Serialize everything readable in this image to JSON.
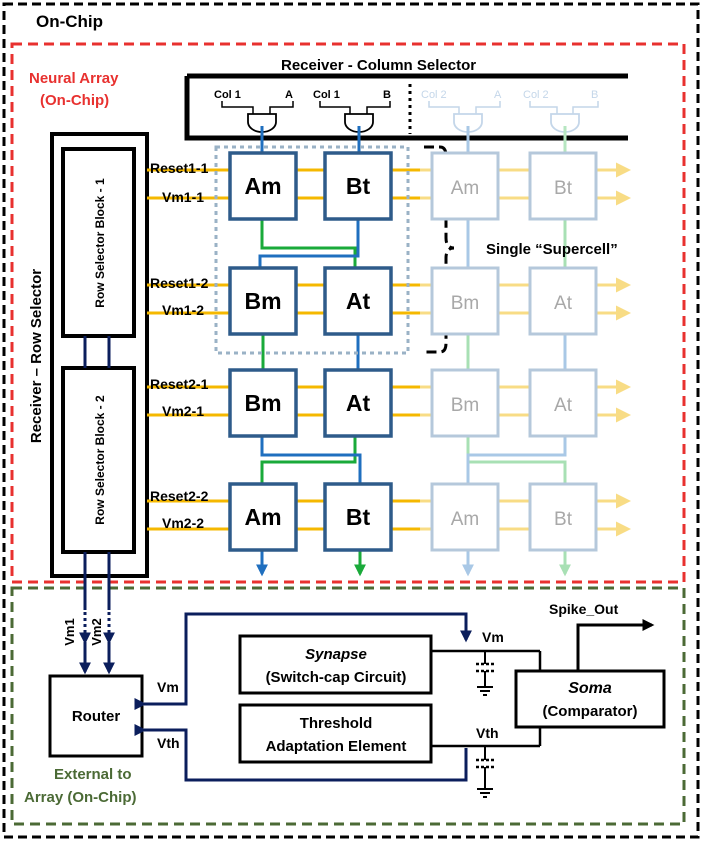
{
  "title": "On-Chip",
  "neural_array": {
    "line1": "Neural Array",
    "line2": "(On-Chip)"
  },
  "column_selector": {
    "title": "Receiver - Column Selector",
    "gates": [
      {
        "col": "Col 1",
        "sel": "A"
      },
      {
        "col": "Col 1",
        "sel": "B"
      },
      {
        "col": "Col 2",
        "sel": "A"
      },
      {
        "col": "Col 2",
        "sel": "B"
      }
    ]
  },
  "row_selector": {
    "title": "Receiver – Row Selector",
    "block1": "Row Selector Block - 1",
    "block2": "Row Selector Block - 2"
  },
  "rows": [
    {
      "reset": "Reset1-1",
      "vm": "Vm1-1",
      "cells": [
        "Am",
        "Bt",
        "Am",
        "Bt"
      ]
    },
    {
      "reset": "Reset1-2",
      "vm": "Vm1-2",
      "cells": [
        "Bm",
        "At",
        "Bm",
        "At"
      ]
    },
    {
      "reset": "Reset2-1",
      "vm": "Vm2-1",
      "cells": [
        "Bm",
        "At",
        "Bm",
        "At"
      ]
    },
    {
      "reset": "Reset2-2",
      "vm": "Vm2-2",
      "cells": [
        "Am",
        "Bt",
        "Am",
        "Bt"
      ]
    }
  ],
  "supercell_label": "Single “Supercell”",
  "external": {
    "title_line1": "External to",
    "title_line2": "Array (On-Chip)",
    "router": "Router",
    "vm1": "Vm1",
    "vm2": "Vm2",
    "vm": "Vm",
    "vth": "Vth",
    "synapse_title": "Synapse",
    "synapse_sub": "(Switch-cap Circuit)",
    "threshold_line1": "Threshold",
    "threshold_line2": "Adaptation Element",
    "soma_title": "Soma",
    "soma_sub": "(Comparator)",
    "spike_out": "Spike_Out",
    "vm_node": "Vm",
    "vth_node": "Vth"
  },
  "colors": {
    "outer_border": "#000000",
    "neural_array_border": "#e8312f",
    "external_border": "#4b6a35",
    "cell_border": "#2e5b8a",
    "row_line": "#f5b800",
    "column_line_blue": "#1f6fbf",
    "column_line_green": "#1aaa3a",
    "wire_navy": "#0b1e5c",
    "supercell_border": "#9ab2c6"
  }
}
